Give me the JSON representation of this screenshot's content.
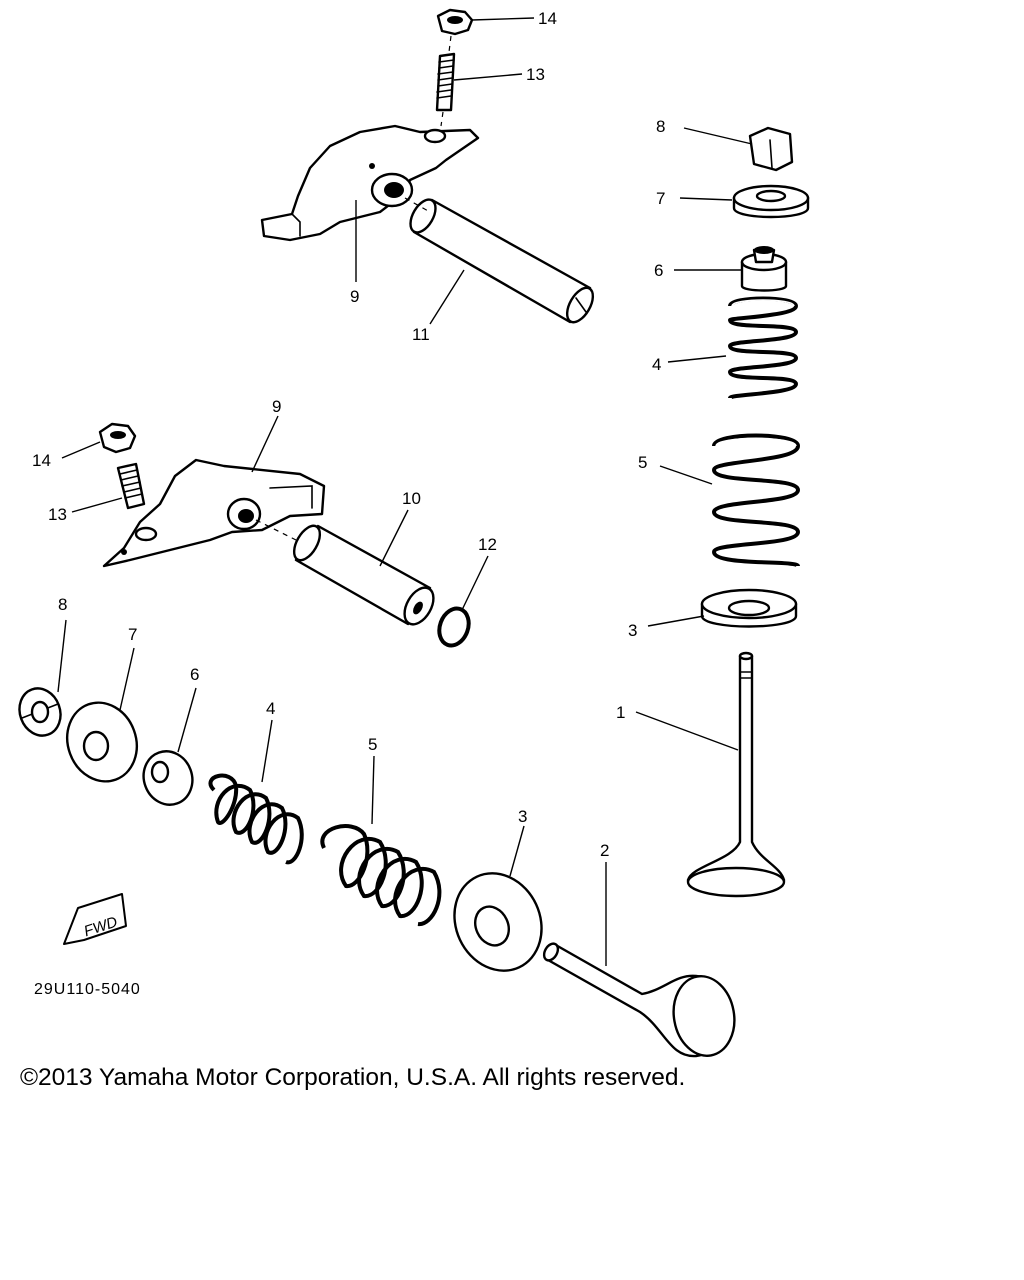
{
  "figure_code": "29U110-5040",
  "copyright": "©2013 Yamaha Motor Corporation, U.S.A. All rights reserved.",
  "fwd_badge": "FWD",
  "callouts": {
    "n1": "1",
    "n2": "2",
    "n3": "3",
    "n4": "4",
    "n5": "5",
    "n6": "6",
    "n7": "7",
    "n8": "8",
    "n9": "9",
    "n10": "10",
    "n11": "11",
    "n12": "12",
    "n13": "13",
    "n14": "14"
  }
}
